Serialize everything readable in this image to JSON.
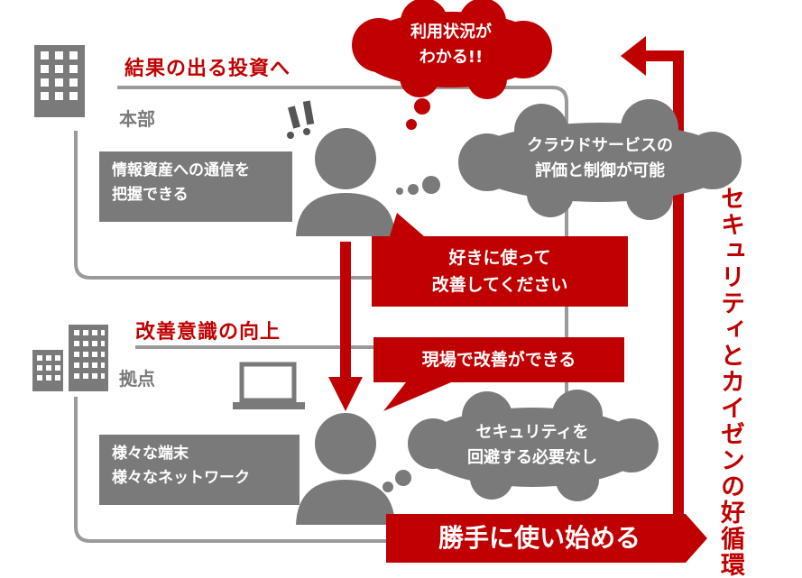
{
  "headquarters": {
    "heading": "結果の出る投資へ",
    "location": "本部",
    "info": [
      "情報資産への通信を",
      "把握できる"
    ],
    "exclamation": "!!"
  },
  "branch": {
    "heading": "改善意識の向上",
    "location": "拠点",
    "info": [
      "様々な端末",
      "様々なネットワーク"
    ]
  },
  "bubbles": {
    "red_top": [
      "利用状況が",
      "わかる!!"
    ],
    "gray_cloud": [
      "クラウドサービスの",
      "評価と制御が可能"
    ],
    "gray_security": [
      "セキュリティを",
      "回避する必要なし"
    ]
  },
  "callouts": {
    "use_freely": [
      "好きに使って",
      "改善してください"
    ],
    "improve_onsite": "現場で改善ができる"
  },
  "banner": "勝手に使い始める",
  "cycle_label": [
    "セキュリティと",
    "カイゼンの好循環"
  ],
  "colors": {
    "accent_red": "#c00000",
    "gray": "#7a7a7a",
    "light_gray": "#9a9a9a"
  },
  "icons": [
    "building-icon",
    "office-buildings-icon",
    "person-icon",
    "laptop-icon"
  ]
}
